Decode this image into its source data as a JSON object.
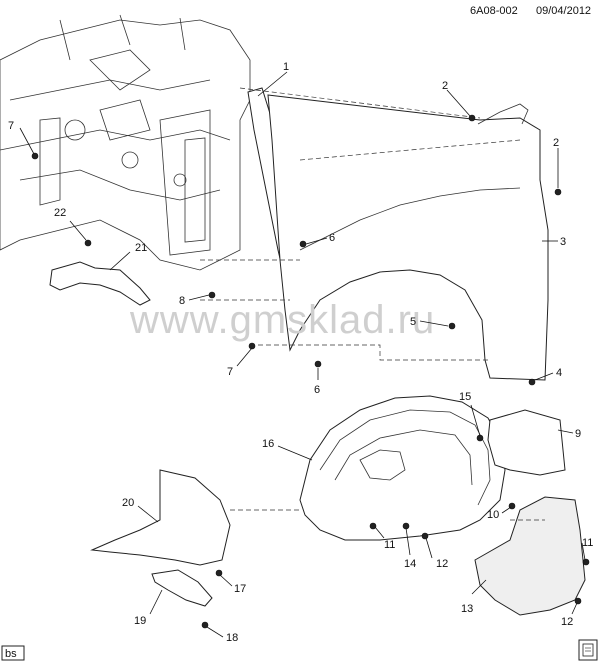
{
  "header": {
    "diagram_id": "6A08-002",
    "date": "09/04/2012"
  },
  "watermark": "www.gmsklad.ru",
  "corner_tags": {
    "left": "bs",
    "right_icon": "document-icon"
  },
  "callouts": [
    {
      "id": "c1",
      "label": "1"
    },
    {
      "id": "c2a",
      "label": "2"
    },
    {
      "id": "c2b",
      "label": "2"
    },
    {
      "id": "c3",
      "label": "3"
    },
    {
      "id": "c4",
      "label": "4"
    },
    {
      "id": "c5",
      "label": "5"
    },
    {
      "id": "c6a",
      "label": "6"
    },
    {
      "id": "c6b",
      "label": "6"
    },
    {
      "id": "c7a",
      "label": "7"
    },
    {
      "id": "c7b",
      "label": "7"
    },
    {
      "id": "c8",
      "label": "8"
    },
    {
      "id": "c9",
      "label": "9"
    },
    {
      "id": "c10",
      "label": "10"
    },
    {
      "id": "c11a",
      "label": "11"
    },
    {
      "id": "c11b",
      "label": "11"
    },
    {
      "id": "c12a",
      "label": "12"
    },
    {
      "id": "c12b",
      "label": "12"
    },
    {
      "id": "c13",
      "label": "13"
    },
    {
      "id": "c14",
      "label": "14"
    },
    {
      "id": "c15",
      "label": "15"
    },
    {
      "id": "c16",
      "label": "16"
    },
    {
      "id": "c17",
      "label": "17"
    },
    {
      "id": "c18",
      "label": "18"
    },
    {
      "id": "c19",
      "label": "19"
    },
    {
      "id": "c20",
      "label": "20"
    },
    {
      "id": "c21",
      "label": "21"
    },
    {
      "id": "c22",
      "label": "22"
    }
  ]
}
